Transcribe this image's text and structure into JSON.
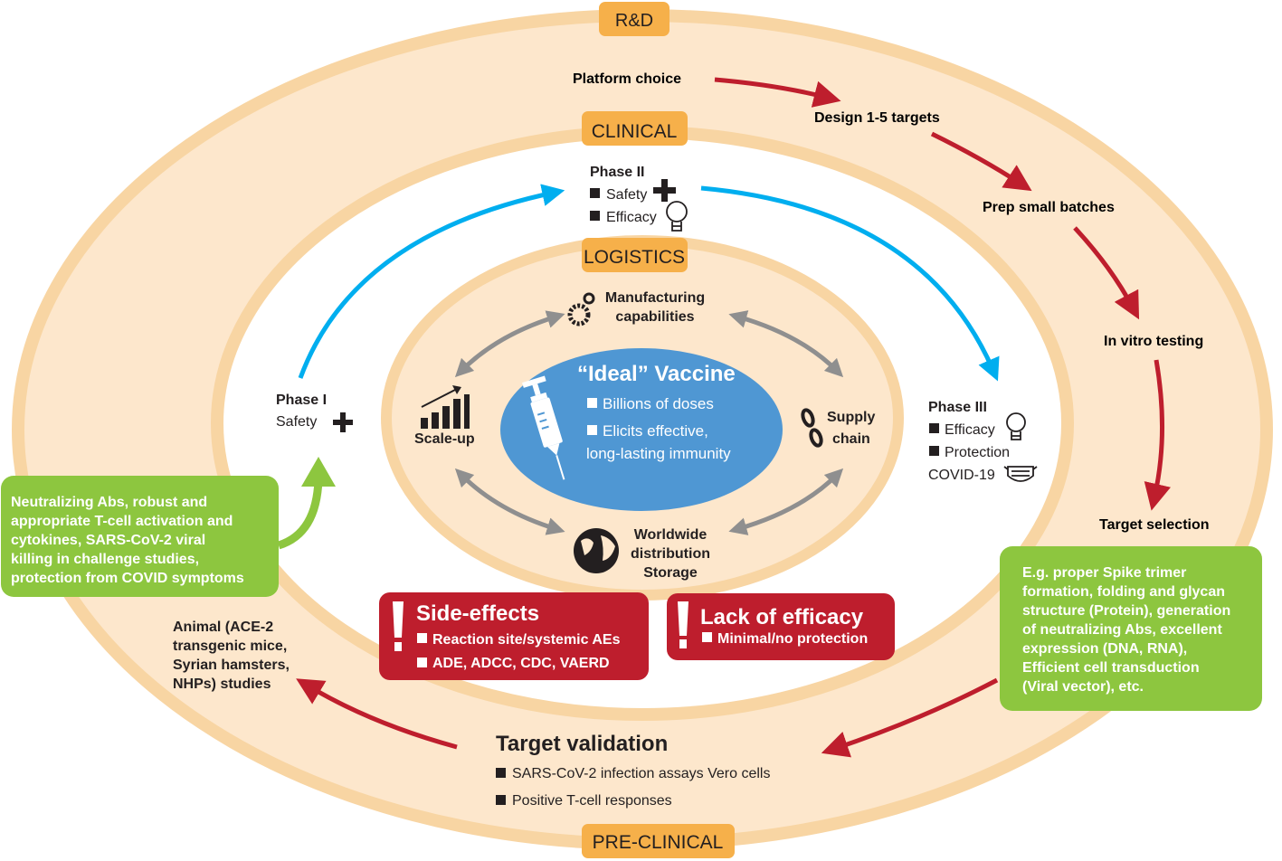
{
  "colors": {
    "ring_fill": "#fde7cc",
    "ring_border": "#f8d5a3",
    "label_bg": "#f6b04a",
    "vaccine_blue": "#4f97d3",
    "red": "#be1e2d",
    "blue": "#00aeef",
    "green": "#8dc63f",
    "gray": "#8f8f8f"
  },
  "labels": {
    "rd": "R&D",
    "clinical": "CLINICAL",
    "logistics": "LOGISTICS",
    "preclinical": "PRE-CLINICAL"
  },
  "rd_steps": [
    "Platform choice",
    "Design 1-5 targets",
    "Prep small batches",
    "In vitro testing",
    "Target selection"
  ],
  "target_selection_note": [
    "E.g. proper Spike trimer",
    "formation, folding and glycan",
    "structure (Protein), generation",
    "of neutralizing Abs, excellent",
    "expression (DNA, RNA),",
    "Efficient cell transduction",
    "(Viral vector), etc."
  ],
  "target_validation": {
    "title": "Target validation",
    "items": [
      "SARS-CoV-2 infection assays Vero cells",
      "Positive T-cell responses"
    ]
  },
  "animal_studies": [
    "Animal (ACE-2",
    "transgenic mice,",
    "Syrian hamsters,",
    "NHPs) studies"
  ],
  "preclinical_note": [
    "Neutralizing Abs, robust and",
    "appropriate T-cell activation and",
    "cytokines, SARS-CoV-2 viral",
    "killing in challenge studies,",
    "protection from COVID symptoms"
  ],
  "phase1": {
    "title": "Phase I",
    "item": "Safety"
  },
  "phase2": {
    "title": "Phase II",
    "items": [
      "Safety",
      "Efficacy"
    ]
  },
  "phase3": {
    "title": "Phase III",
    "items": [
      "Efficacy",
      "Protection"
    ],
    "extra": "COVID-19"
  },
  "logistics_items": {
    "manufacturing": [
      "Manufacturing",
      "capabilities"
    ],
    "scaleup": "Scale-up",
    "supply": [
      "Supply",
      "chain"
    ],
    "distribution": [
      "Worldwide",
      "distribution",
      "Storage"
    ]
  },
  "vaccine": {
    "title": "“Ideal” Vaccine",
    "items": [
      "Billions of doses",
      "Elicits effective,"
    ],
    "continuation": "long-lasting immunity"
  },
  "side_effects": {
    "title": "Side-effects",
    "items": [
      "Reaction site/systemic AEs",
      "ADE, ADCC, CDC, VAERD"
    ]
  },
  "lack_efficacy": {
    "title": "Lack of efficacy",
    "items": [
      "Minimal/no protection"
    ]
  }
}
